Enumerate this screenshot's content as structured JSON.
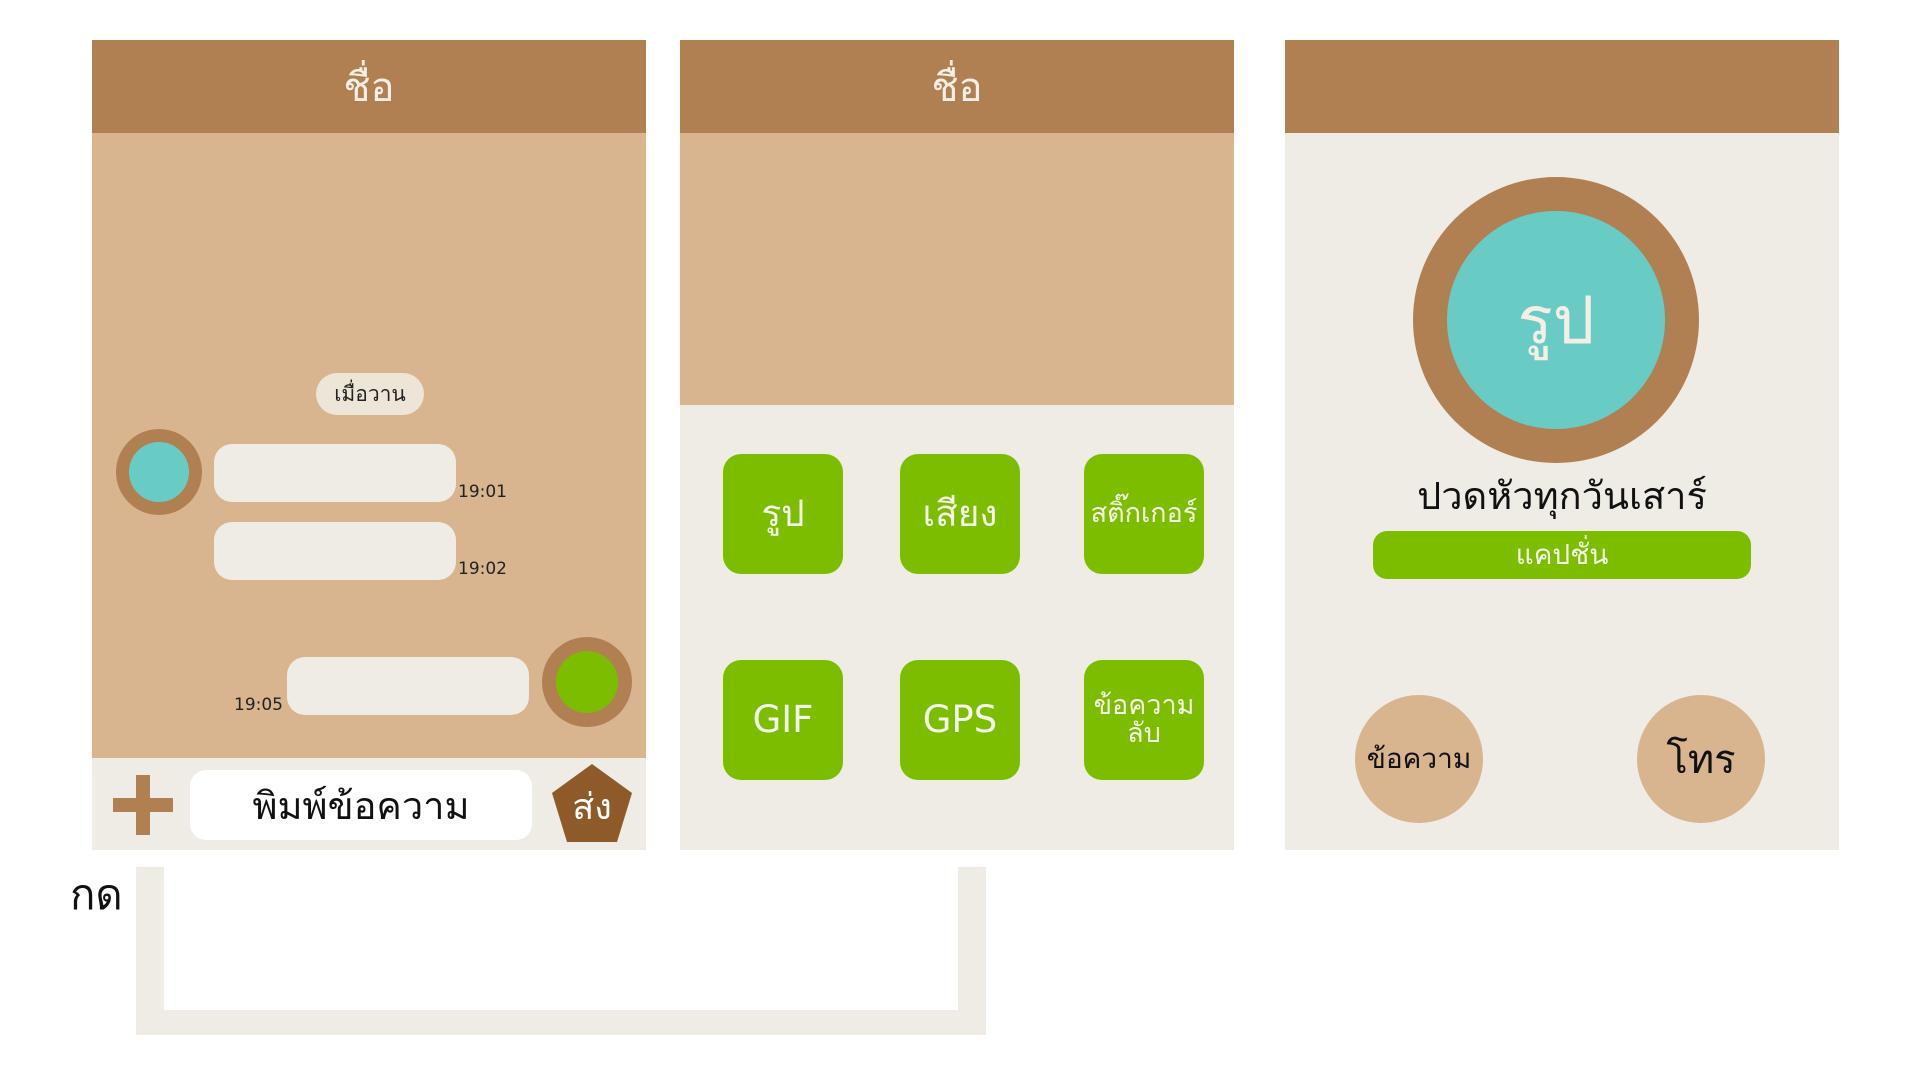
{
  "chat_screen": {
    "header_title": "ชื่อ",
    "date_separator": "เมื่อวาน",
    "messages": [
      {
        "sender": "other",
        "time": "19:01"
      },
      {
        "sender": "other",
        "time": "19:02"
      },
      {
        "sender": "self",
        "time": "19:05"
      }
    ],
    "add_icon": "plus-icon",
    "input_placeholder": "พิมพ์ข้อความ",
    "send_label": "ส่ง"
  },
  "attach_screen": {
    "header_title": "ชื่อ",
    "options": [
      {
        "label": "รูป"
      },
      {
        "label": "เสียง"
      },
      {
        "label": "สติ๊กเกอร์"
      },
      {
        "label": "GIF"
      },
      {
        "label": "GPS"
      },
      {
        "label": "ข้อความ ลับ"
      }
    ]
  },
  "profile_screen": {
    "photo_label": "รูป",
    "name": "ปวดหัวทุกวันเสาร์",
    "caption": "แคปชั่น",
    "message_button": "ข้อความ",
    "call_button": "โทร"
  },
  "annotation": {
    "press_label": "กด"
  },
  "colors": {
    "header_brown": "#b08052",
    "chat_tan": "#d8b48f",
    "panel_cream": "#eeece4",
    "accent_green": "#7dbd00",
    "avatar_teal": "#68ccc4",
    "send_brown": "#8f5a2a"
  }
}
